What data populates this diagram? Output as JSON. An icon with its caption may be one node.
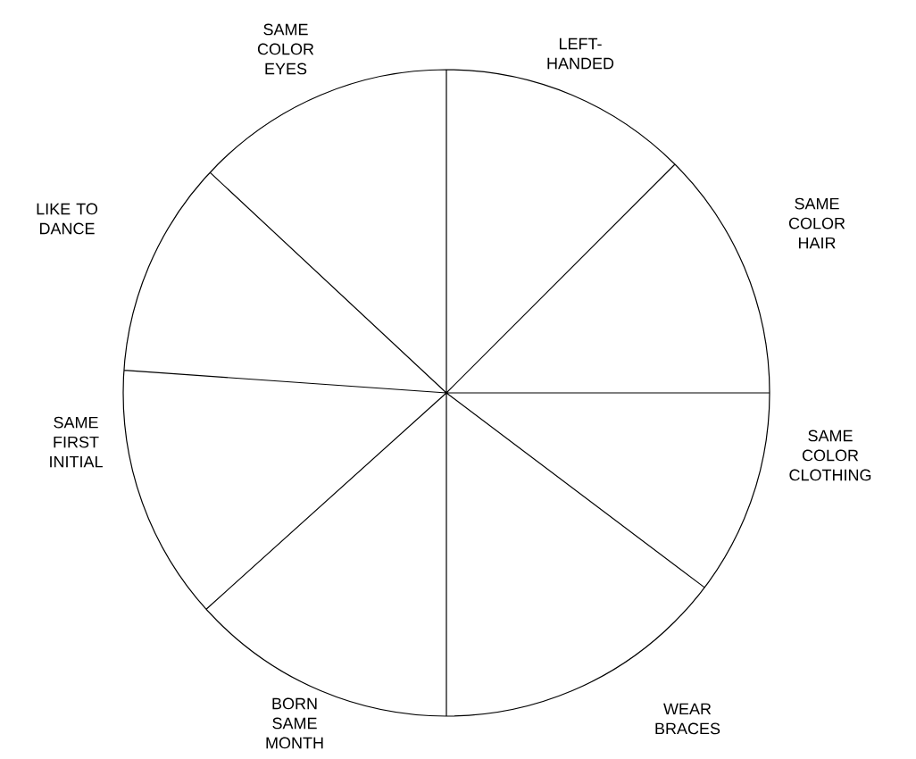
{
  "diagram": {
    "labels": [
      "SAME COLOR EYES",
      "LEFT-HANDED",
      "LIKE TO DANCE",
      "SAME COLOR HAIR",
      "SAME FIRST INITIAL",
      "SAME COLOR CLOTHING",
      "BORN SAME MONTH",
      "WEAR BRACES"
    ]
  }
}
